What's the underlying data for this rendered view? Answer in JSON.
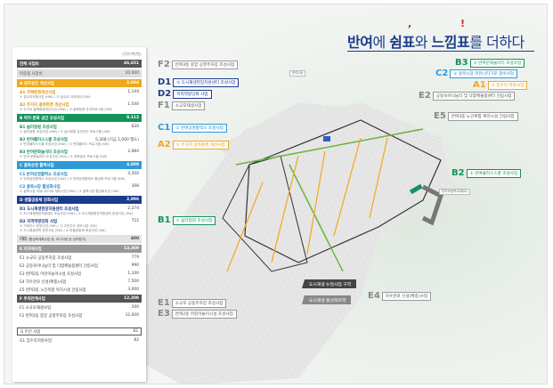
{
  "title": {
    "part1": "반여",
    "part2": "에 ",
    "part3": "쉼표",
    "part4": "와 ",
    "part5": "느낌표",
    "part6": "를 더하다",
    "mark1": ",",
    "mark2": "!"
  },
  "table": {
    "unit": "(단위:백만원)",
    "total": {
      "label": "전체 사업비",
      "value": "46,651"
    },
    "seed": {
      "label": "마중물 사업비",
      "value": "20,000"
    },
    "groups": [
      {
        "cls": "a",
        "label": "A  정주공간 개선사업",
        "value": "2,684",
        "items": [
          {
            "label": "A1 주택환경개선사업",
            "value": "1,144",
            "sub": "① 집수리지원사업 (HW) / ② 집수리 아카데미 (SW)"
          },
          {
            "label": "A2 주거지 골목환경 개선사업",
            "value": "1,540",
            "sub": "① 주거지 골목환경개선사업 (HW) / ② 골목환경 관리프로그램 (SW)"
          }
        ]
      },
      {
        "cls": "b",
        "label": "B  여가·문화 공간 조성사업",
        "value": "9,112",
        "items": [
          {
            "label": "B1 숨터정원 조성사업",
            "value": "620",
            "sub": "① 숨터정원 조성사업 (HW) / ② 숨터정원 유지관리 프로그램 (SW)"
          },
          {
            "label": "B2 반여플러스스쿨 조성사업",
            "value": "5,308 (기금 1,000 별도)",
            "sub": "① 반여플러스스쿨 조성사업 (HW) / ② 반여플러스 프로그램 (SW)"
          },
          {
            "label": "B3 반여문화놀이터 조성사업",
            "value": "2,984",
            "sub": "① 반여 문화놀이터 조성사업 (HW) / ② 문화놀이 프로그램 (SW)"
          }
        ]
      },
      {
        "cls": "c",
        "label": "C  골목상권 활력사업",
        "value": "4,808",
        "items": [
          {
            "label": "C1 반여상권활력소 조성사업",
            "value": "4,500",
            "sub": "① 반여상권활력소 조성사업 (HW) / ② 반여상권활력소 활성화 프로그램 (SW)"
          },
          {
            "label": "C2 골목시장 활성화사업",
            "value": "308",
            "sub": "① 골목시장 커뮤니티가로 정비사업 (HW) / ② 골목시장 활성화사업 (SW)"
          }
        ]
      },
      {
        "cls": "d",
        "label": "D  생활공동체 강화사업",
        "value": "2,996",
        "items": [
          {
            "label": "D1 도시재생현장지원센터 조성사업",
            "value": "2,274",
            "sub": "① 도시재생현장지원센터 조성사업 (HW) / ② 도시재생현장지원센터 운영사업 (SW)"
          },
          {
            "label": "D2 지역역량강화 사업",
            "value": "722",
            "sub": "① 거버넌스 운영사업 (SW) / ② 주민주도 공모사업 (SW)",
            "sub2": "③ 도시재생대학 운영사업 (SW) / ④ 마을공동체 육성사업 (SW)"
          }
        ]
      }
    ],
    "etc": {
      "label": "기타",
      "note": "(활성화계획수립 등, 모니터링 및 성과평가)",
      "value": "400"
    },
    "e": {
      "label": "E  지자체사업",
      "value": "13,369",
      "items": [
        {
          "label": "E1 소규모 공동주차장 조성사업",
          "value": "779"
        },
        {
          "label": "E2 공동육아나눔터 및 다함께돌봄센터 건립사업",
          "value": "990"
        },
        {
          "label": "E3 반여2동 어린이놀이시설 조성사업",
          "value": "1,100"
        },
        {
          "label": "E4 하수관로 신설(확충)사업",
          "value": "7,500"
        },
        {
          "label": "E5 반여3동 노인복합 복지시설 건립사업",
          "value": "3,000"
        }
      ]
    },
    "f": {
      "label": "F  부처연계사업",
      "value": "12,200",
      "items": [
        {
          "label": "F1 소규모재생사업",
          "value": "200"
        },
        {
          "label": "F2 반여3동 중앙 공영주차장 조성사업",
          "value": "12,000"
        }
      ]
    },
    "g": {
      "label": "G 민간 사업",
      "value": "82",
      "items": [
        {
          "label": "G1 집수리지원사업",
          "value": "82"
        }
      ]
    }
  },
  "labels": {
    "F2": {
      "code": "F2",
      "text": "반여3동 중앙 공영주차장 조성사업"
    },
    "D1": {
      "code": "D1",
      "text": "① 도시재생현장지원센터 조성사업"
    },
    "D2": {
      "code": "D2",
      "text": "지역역량강화 사업"
    },
    "F1": {
      "code": "F1",
      "text": "소규모재생사업"
    },
    "C1": {
      "code": "C1",
      "text": "① 반여상권활력소 조성사업"
    },
    "A2": {
      "code": "A2",
      "text": "① 주거지 골목환경 개선사업"
    },
    "B3": {
      "code": "B3",
      "text": "① 반여문화놀이터 조성사업"
    },
    "C2": {
      "code": "C2",
      "text": "① 골목시장 커뮤니티가로 정비사업"
    },
    "A1": {
      "code": "A1",
      "text": "① 집수리 지원사업"
    },
    "E2": {
      "code": "E2",
      "text": "공동육아나눔터 및 다함께돌봄센터 건립사업"
    },
    "E5": {
      "code": "E5",
      "text": "반여3동 노인복합 복지시설 건립사업"
    },
    "B2": {
      "code": "B2",
      "text": "① 반여플러스스쿨 조성사업"
    },
    "B1": {
      "code": "B1",
      "text": "① 숨터정원 조성사업"
    },
    "E1": {
      "code": "E1",
      "text": "소규모 공동주차장 조성사업"
    },
    "E3": {
      "code": "E3",
      "text": "반여2동 어린이놀이시설 조성사업"
    },
    "E4": {
      "code": "E4",
      "text": "하수관로 신설(확충)사업"
    }
  },
  "zones": {
    "newdeal": "도시재생 뉴딜사업 구역",
    "active": "도시재생 활성화지역"
  },
  "places": {
    "dong1": "반여1동",
    "school": "반여초등학교(폐교)"
  },
  "colors": {
    "A": "#f0a81e",
    "B": "#14935a",
    "C": "#2e9ad6",
    "D": "#1b3c8a",
    "E": "#999999",
    "F": "#555555"
  }
}
